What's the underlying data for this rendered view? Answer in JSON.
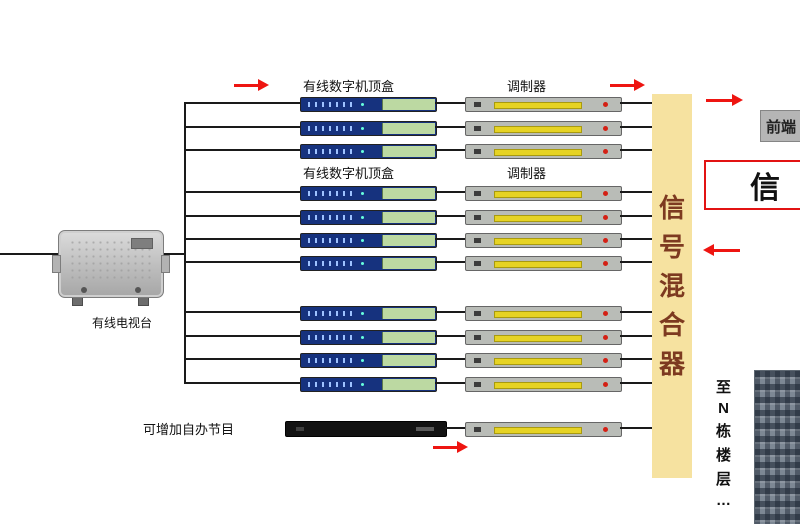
{
  "labels": {
    "group1_stb": "有线数字机顶盒",
    "group1_mod": "调制器",
    "group2_stb": "有线数字机顶盒",
    "group2_mod": "调制器",
    "station": "有线电视台",
    "self_program": "可增加自办节目"
  },
  "mixer": {
    "label": "信号混合器",
    "chars": [
      "信",
      "号",
      "混",
      "合",
      "器"
    ],
    "bg_color": "#f6e2a0",
    "text_color": "#7d3a20"
  },
  "right_side": {
    "frontend_label": "前端",
    "signal_box_text": "信",
    "to_floors_label": "至N栋楼层…",
    "to_floors_chars": [
      "至",
      "N",
      "栋",
      "楼",
      "层",
      "…"
    ]
  },
  "colors": {
    "arrow": "#ee1511",
    "line": "#1a1a1a",
    "stb_body": "#16327e",
    "stb_panel": "#bcd9a2",
    "mod_body": "#b9bcb7",
    "mod_strip": "#e6d324"
  }
}
